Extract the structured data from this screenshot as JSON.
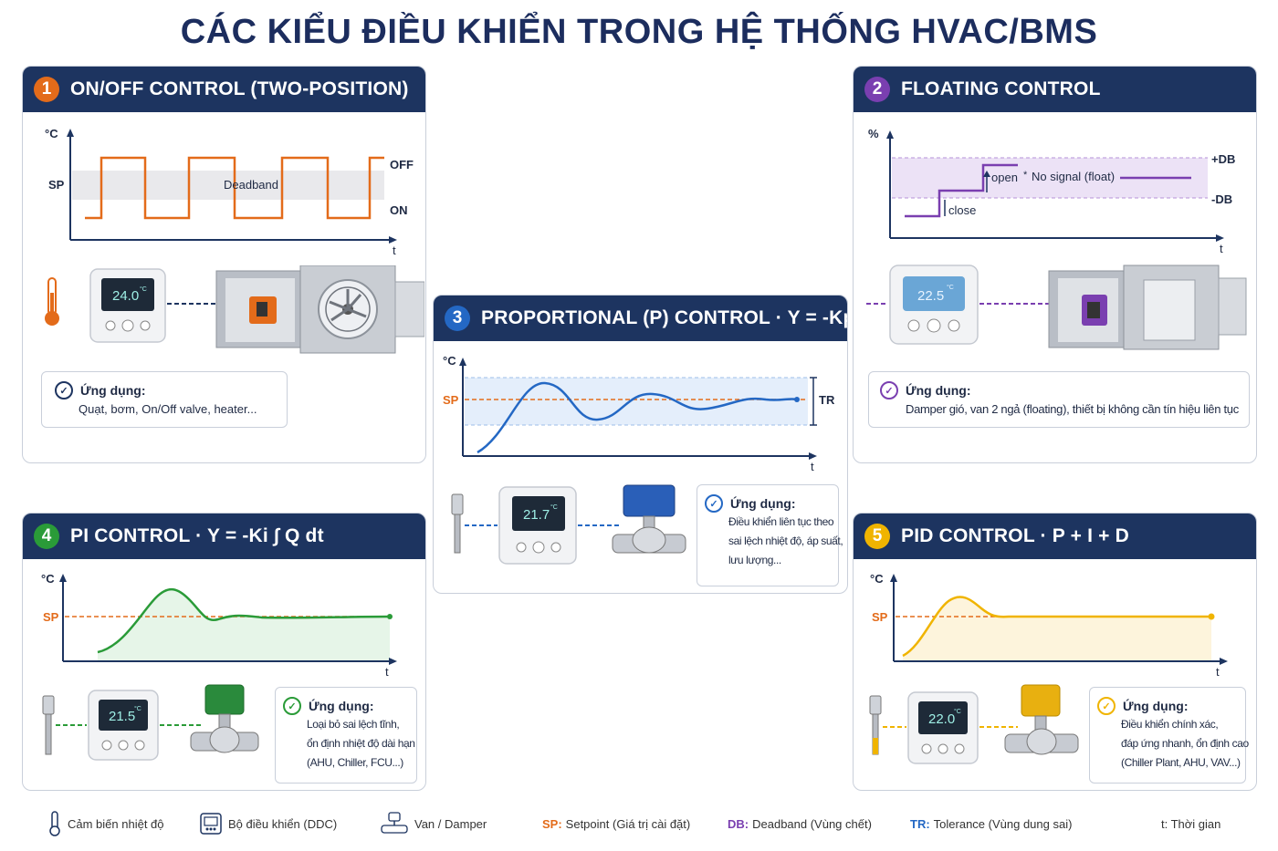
{
  "title": "CÁC KIỂU ĐIỀU KHIỂN TRONG HỆ THỐNG HVAC/BMS",
  "colors": {
    "navy": "#1d3460",
    "onoff": "#e36b1a",
    "floating": "#7a3fb0",
    "proportional": "#2468c4",
    "pi": "#2a9b38",
    "pid": "#f0b400"
  },
  "panels": {
    "p1": {
      "num": "1",
      "title": "ON/OFF CONTROL (TWO-POSITION)",
      "y_unit": "°C",
      "sp": "SP",
      "off": "OFF",
      "on": "ON",
      "deadband": "Deadband",
      "x_label": "t",
      "display": "24.0",
      "display_unit": "°C",
      "app_title": "Ứng dụng:",
      "app_text": "Quạt, bơm, On/Off valve, heater..."
    },
    "p2": {
      "num": "2",
      "title": "FLOATING CONTROL",
      "y_unit": "%",
      "plus_db": "+DB",
      "minus_db": "-DB",
      "open": "open",
      "close": "close",
      "no_signal": "No signal (float)",
      "x_label": "t",
      "display": "22.5",
      "display_unit": "°C",
      "app_title": "Ứng dụng:",
      "app_text": "Damper gió, van 2 ngả (floating), thiết bị không cần tín hiệu liên tục"
    },
    "p3": {
      "num": "3",
      "title": "PROPORTIONAL (P) CONTROL · Y = -Kp · Q",
      "y_unit": "°C",
      "sp": "SP",
      "tr": "TR",
      "x_label": "t",
      "display": "21.7",
      "display_unit": "°C",
      "app_title": "Ứng dụng:",
      "app_lines": [
        "Điều khiển liên tục theo",
        "sai lệch nhiệt độ, áp suất,",
        "lưu lượng..."
      ]
    },
    "p4": {
      "num": "4",
      "title": "PI CONTROL · Y = -Ki ∫ Q dt",
      "y_unit": "°C",
      "sp": "SP",
      "x_label": "t",
      "display": "21.5",
      "display_unit": "°C",
      "app_title": "Ứng dụng:",
      "app_lines": [
        "Loại bỏ sai lệch tĩnh,",
        "ổn định nhiệt độ dài hạn",
        "(AHU, Chiller, FCU...)"
      ]
    },
    "p5": {
      "num": "5",
      "title": "PID CONTROL · P + I + D",
      "y_unit": "°C",
      "sp": "SP",
      "x_label": "t",
      "display": "22.0",
      "display_unit": "°C",
      "app_title": "Ứng dụng:",
      "app_lines": [
        "Điều khiển chính xác,",
        "đáp ứng nhanh, ổn định cao",
        "(Chiller Plant, AHU, VAV...)"
      ]
    }
  },
  "legend": {
    "sensor": "Cảm biến nhiệt độ",
    "controller": "Bộ điều khiển (DDC)",
    "valve": "Van / Damper",
    "sp_key": "SP:",
    "sp_text": "Setpoint (Giá trị cài đặt)",
    "db_key": "DB:",
    "db_text": "Deadband (Vùng chết)",
    "tr_key": "TR:",
    "tr_text": "Tolerance (Vùng dung sai)",
    "t_text": "t: Thời gian"
  }
}
